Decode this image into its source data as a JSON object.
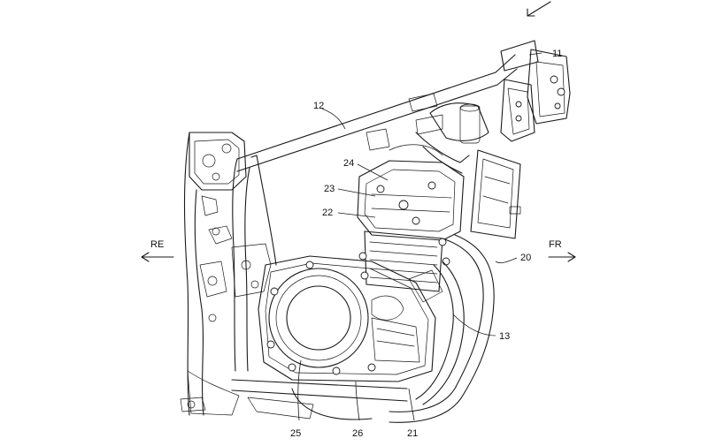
{
  "diagram": {
    "direction_labels": {
      "rear": "RE",
      "front": "FR"
    },
    "reference_numerals": {
      "n11": "11",
      "n12": "12",
      "n13": "13",
      "n20": "20",
      "n21": "21",
      "n22": "22",
      "n23": "23",
      "n24": "24",
      "n25": "25",
      "n26": "26"
    }
  }
}
